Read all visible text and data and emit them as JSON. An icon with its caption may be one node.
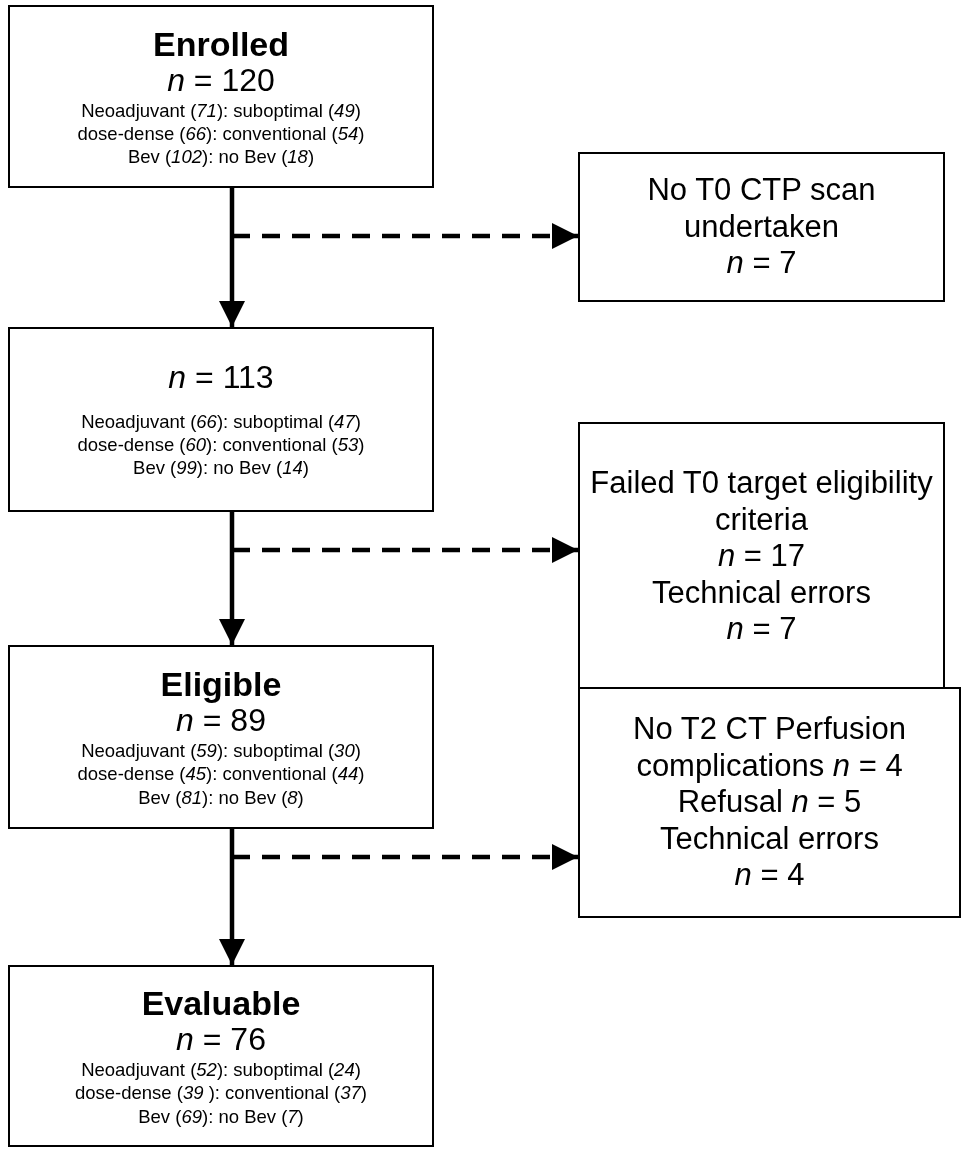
{
  "diagram": {
    "nodes": [
      {
        "text": [
          "Enrolled",
          "*n* = 120",
          "Neoadjuvant (*71*): suboptimal (*49*)",
          "dose-dense (*66*): conventional (*54*)",
          "Bev (*102*): no Bev (*18*)"
        ]
      },
      {
        "text": [
          "No T0 CTP scan undertaken",
          "*n* = 7"
        ]
      },
      {
        "text": [
          "*n* = 113",
          "Neoadjuvant (*66*): suboptimal (*47*)",
          "dose-dense (*60*): conventional (*53*)",
          "Bev (*99*): no Bev (*14*)"
        ]
      },
      {
        "text": [
          "Failed T0 target eligibility criteria",
          "*n* = 17",
          "Technical errors",
          "*n* = 7"
        ]
      },
      {
        "text": [
          "Eligible",
          "*n* = 89",
          "Neoadjuvant (*59*): suboptimal (*30*)",
          "dose-dense (*45*): conventional (*44*)",
          "Bev (*81*): no Bev (*8*)"
        ]
      },
      {
        "text": [
          "No T2 CT Perfusion",
          "complications *n* = 4",
          "Refusal *n* = 5",
          "Technical errors",
          "*n* = 4"
        ]
      },
      {
        "text": [
          "Evaluable",
          "*n* = 76",
          "Neoadjuvant (*52*): suboptimal (*24*)",
          "dose-dense (*39* ): conventional (*37*)",
          "Bev (*69*): no Bev (*7*)"
        ]
      }
    ],
    "edges": [
      {
        "from": 0,
        "to": 2,
        "arrow": "to"
      },
      {
        "from": null,
        "to": 1,
        "arrow": "to",
        "style": "dashed"
      },
      {
        "from": 2,
        "to": 4,
        "arrow": "to"
      },
      {
        "from": null,
        "to": 3,
        "arrow": "to",
        "style": "dashed"
      },
      {
        "from": 4,
        "to": 6,
        "arrow": "to"
      },
      {
        "from": null,
        "to": 5,
        "arrow": "to",
        "style": "dashed"
      }
    ]
  }
}
